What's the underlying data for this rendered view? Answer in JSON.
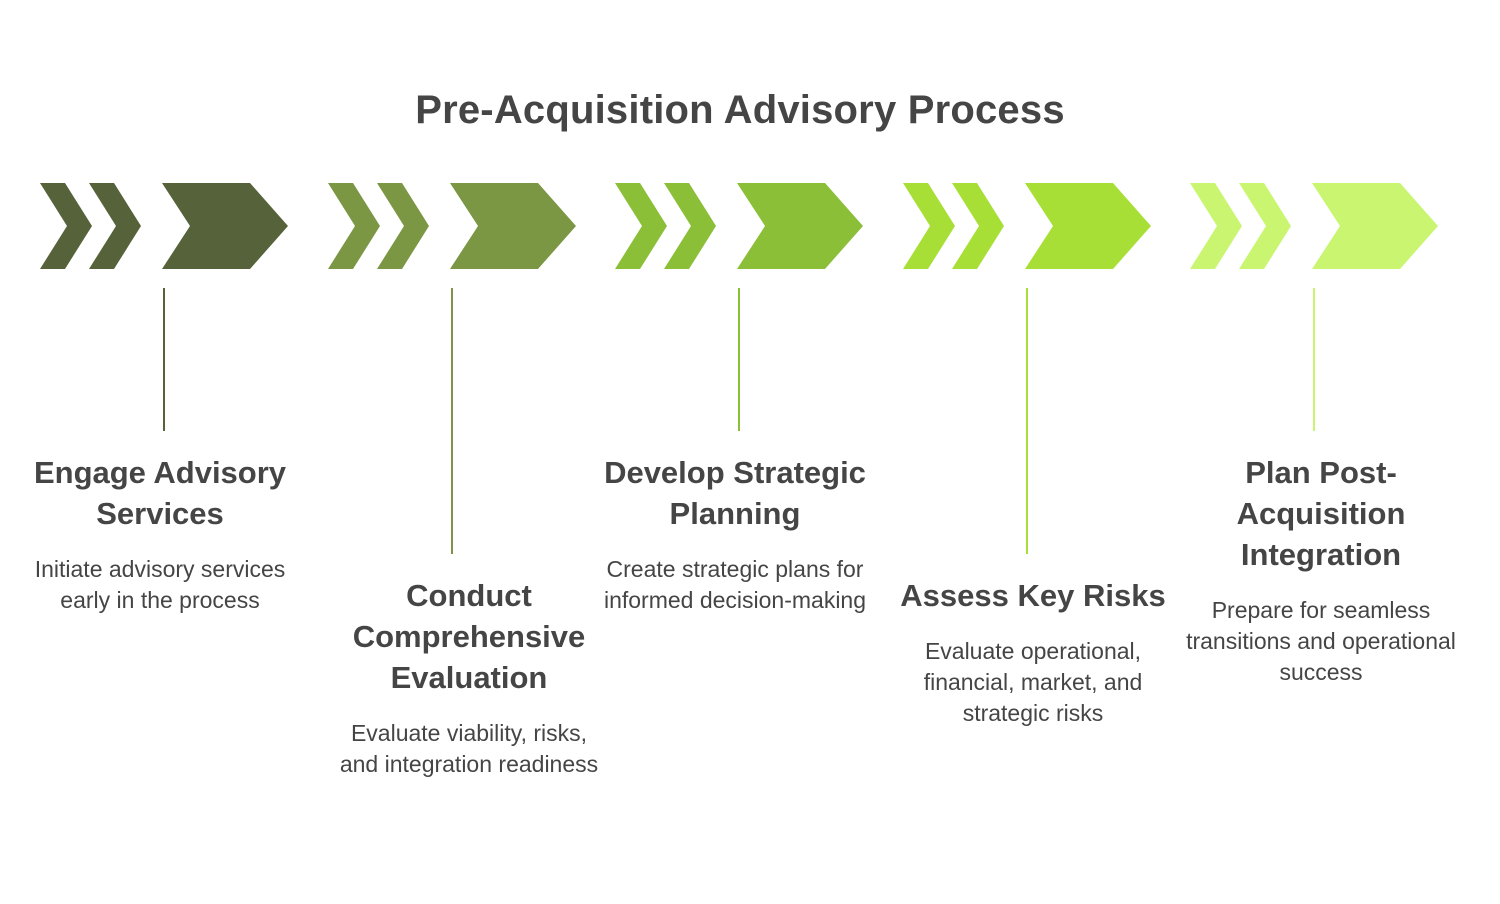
{
  "title": "Pre-Acquisition Advisory Process",
  "steps": [
    {
      "title": "Engage Advisory Services",
      "description": "Initiate advisory services early in the process",
      "color": "#56623a"
    },
    {
      "title": "Conduct Comprehensive Evaluation",
      "description": "Evaluate viability, risks, and integration readiness",
      "color": "#7b9744"
    },
    {
      "title": "Develop Strategic Planning",
      "description": "Create strategic plans for informed decision-making",
      "color": "#8cbf38"
    },
    {
      "title": "Assess Key Risks",
      "description": "Evaluate operational, financial, market, and strategic risks",
      "color": "#a8df37"
    },
    {
      "title": "Plan Post-Acquisition Integration",
      "description": "Prepare for seamless transitions and operational success",
      "color": "#c9f570"
    }
  ]
}
